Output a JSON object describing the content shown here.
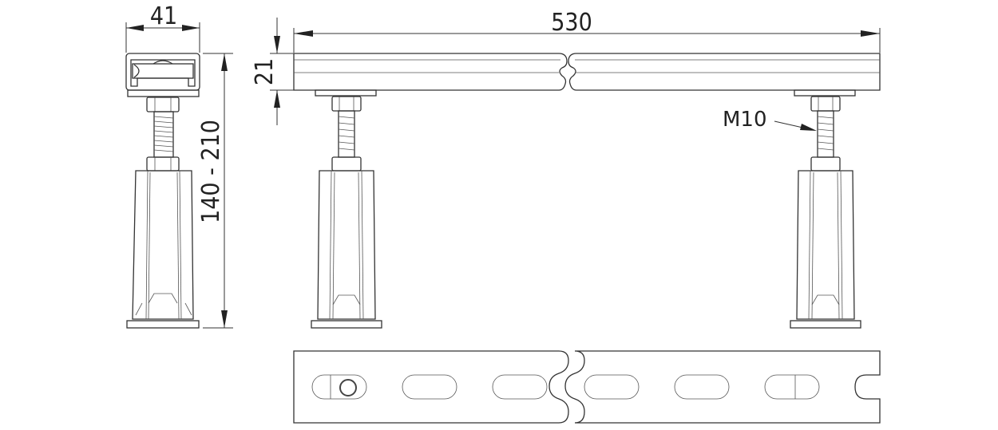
{
  "dimensions": {
    "width_side": "41",
    "length": "530",
    "bar_height": "21",
    "height_range": "140 - 210",
    "thread": "M10"
  },
  "colors": {
    "line": "#333333",
    "background": "#ffffff"
  }
}
